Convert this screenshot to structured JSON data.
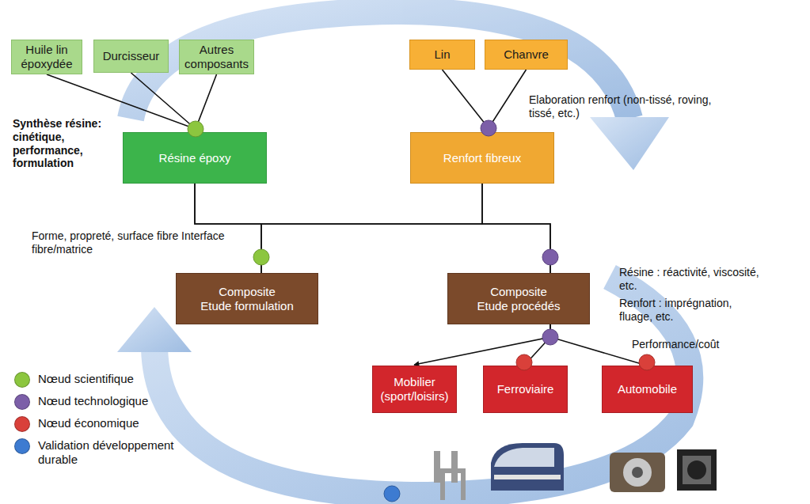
{
  "diagram": {
    "nodes": [
      {
        "text": [
          "Huile lin époxydée"
        ]
      },
      {
        "text": [
          "Durcisseur"
        ]
      },
      {
        "text": [
          "Autres composants"
        ]
      },
      {
        "text": [
          "Lin"
        ]
      },
      {
        "text": [
          "Chanvre"
        ]
      },
      {
        "text": [
          "Résine époxy"
        ]
      },
      {
        "text": [
          "Renfort fibreux"
        ]
      },
      {
        "text": [
          "Composite",
          "Etude formulation"
        ]
      },
      {
        "text": [
          "Composite",
          "Etude procédés"
        ]
      },
      {
        "text": [
          "Mobilier (sport/loisirs)"
        ]
      },
      {
        "text": [
          "Ferroviaire"
        ]
      },
      {
        "text": [
          "Automobile"
        ]
      }
    ],
    "edges": [
      {
        "from": 0,
        "to": 5,
        "arrow": "none"
      },
      {
        "from": 1,
        "to": 5,
        "arrow": "none"
      },
      {
        "from": 2,
        "to": 5,
        "arrow": "none"
      },
      {
        "from": 3,
        "to": 6,
        "arrow": "none"
      },
      {
        "from": 4,
        "to": 6,
        "arrow": "none"
      },
      {
        "from": 5,
        "to": 7,
        "arrow": "none"
      },
      {
        "from": 5,
        "to": 8,
        "arrow": "none"
      },
      {
        "from": 6,
        "to": 7,
        "arrow": "none"
      },
      {
        "from": 6,
        "to": 8,
        "arrow": "none"
      },
      {
        "from": 8,
        "to": 9,
        "arrow": "to"
      },
      {
        "from": 8,
        "to": 10,
        "arrow": "none"
      },
      {
        "from": 8,
        "to": 11,
        "arrow": "none"
      }
    ],
    "labels": [
      "Synthèse résine: cinétique, performance, formulation",
      "Elaboration renfort (non-tissé, roving, tissé, etc.)",
      "Forme, propreté, surface fibre Interface fibre/matrice",
      "Résine : réactivité, viscosité, etc.",
      "Renfort : imprégnation, fluage, etc.",
      "Performance/coût"
    ],
    "legend": [
      {
        "text": "Nœud scientifique",
        "color": "#8cc63f"
      },
      {
        "text": "Nœud technologique",
        "color": "#7c5fa8"
      },
      {
        "text": "Nœud économique",
        "color": "#d9403a"
      },
      {
        "text": "Validation développement durable",
        "color": "#3d7bd1"
      }
    ]
  }
}
